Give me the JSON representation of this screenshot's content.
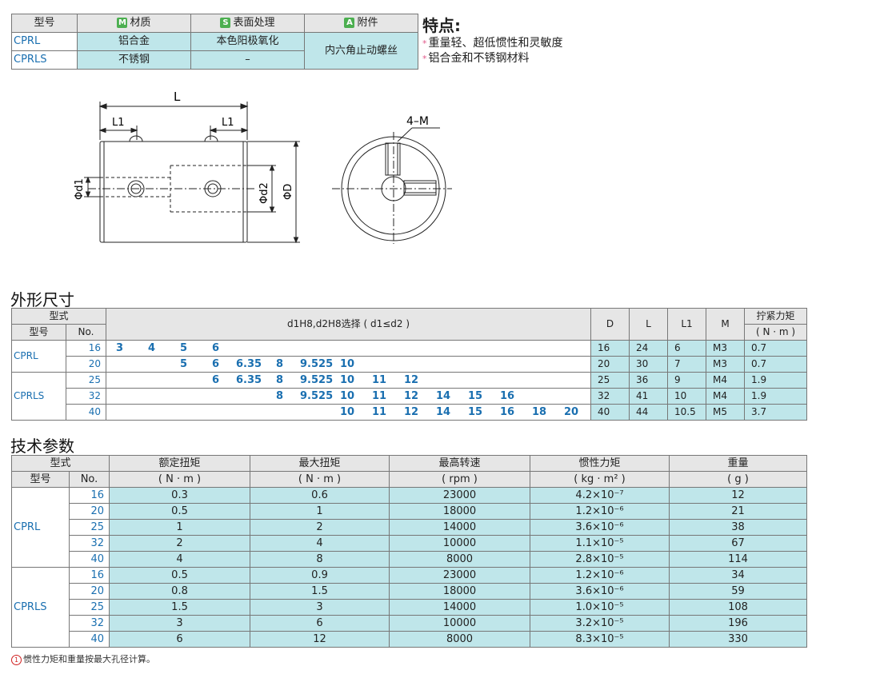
{
  "material_table": {
    "headers": {
      "model": "型号",
      "material": "材质",
      "surface": "表面处理",
      "accessory": "附件"
    },
    "badges": {
      "material": "M",
      "surface": "S",
      "accessory": "A"
    },
    "rows": [
      {
        "model": "CPRL",
        "material": "铝合金",
        "surface": "本色阳极氧化"
      },
      {
        "model": "CPRLS",
        "material": "不锈钢",
        "surface": "–"
      }
    ],
    "accessory_value": "内六角止动螺丝"
  },
  "features": {
    "title": "特点:",
    "items": [
      "重量轻、超低惯性和灵敏度",
      "铝合金和不锈钢材料"
    ]
  },
  "drawing_labels": {
    "L": "L",
    "L1_left": "L1",
    "L1_right": "L1",
    "d1": "Φd1",
    "d2": "Φd2",
    "D": "ΦD",
    "screw": "4–M"
  },
  "dimensions": {
    "title": "外形尺寸",
    "hdr": {
      "type_style": "型式",
      "model": "型号",
      "no": "No.",
      "select": "d1H8,d2H8选择 ( d1≤d2 )",
      "D": "D",
      "L": "L",
      "L1": "L1",
      "M": "M",
      "torque": "拧紧力矩",
      "torque_unit": "( N · m )"
    },
    "models": [
      "CPRL",
      "CPRLS"
    ],
    "rows": [
      {
        "no": "16",
        "d": [
          "3",
          "4",
          "5",
          "6",
          "",
          "",
          "",
          "",
          "",
          "",
          "",
          "",
          "",
          "",
          ""
        ],
        "D": "16",
        "L": "24",
        "L1": "6",
        "M": "M3",
        "torque": "0.7"
      },
      {
        "no": "20",
        "d": [
          "",
          "",
          "5",
          "6",
          "6.35",
          "8",
          "9.525",
          "10",
          "",
          "",
          "",
          "",
          "",
          "",
          ""
        ],
        "D": "20",
        "L": "30",
        "L1": "7",
        "M": "M3",
        "torque": "0.7"
      },
      {
        "no": "25",
        "d": [
          "",
          "",
          "",
          "6",
          "6.35",
          "8",
          "9.525",
          "10",
          "11",
          "12",
          "",
          "",
          "",
          "",
          ""
        ],
        "D": "25",
        "L": "36",
        "L1": "9",
        "M": "M4",
        "torque": "1.9"
      },
      {
        "no": "32",
        "d": [
          "",
          "",
          "",
          "",
          "",
          "8",
          "9.525",
          "10",
          "11",
          "12",
          "14",
          "15",
          "16",
          "",
          ""
        ],
        "D": "32",
        "L": "41",
        "L1": "10",
        "M": "M4",
        "torque": "1.9"
      },
      {
        "no": "40",
        "d": [
          "",
          "",
          "",
          "",
          "",
          "",
          "",
          "10",
          "11",
          "12",
          "14",
          "15",
          "16",
          "18",
          "20"
        ],
        "D": "40",
        "L": "44",
        "L1": "10.5",
        "M": "M5",
        "torque": "3.7"
      }
    ]
  },
  "tech": {
    "title": "技术参数",
    "hdr": {
      "type_style": "型式",
      "model": "型号",
      "no": "No.",
      "rated": "额定扭矩",
      "rated_unit": "( N · m )",
      "max": "最大扭矩",
      "max_unit": "( N · m )",
      "speed": "最高转速",
      "speed_unit": "( rpm )",
      "inertia": "惯性力矩",
      "inertia_unit": "( kg · m² )",
      "weight": "重量",
      "weight_unit": "( g )"
    },
    "groups": [
      {
        "model": "CPRL",
        "rows": [
          {
            "no": "16",
            "rated": "0.3",
            "max": "0.6",
            "speed": "23000",
            "inertia": "4.2×10⁻⁷",
            "weight": "12"
          },
          {
            "no": "20",
            "rated": "0.5",
            "max": "1",
            "speed": "18000",
            "inertia": "1.2×10⁻⁶",
            "weight": "21"
          },
          {
            "no": "25",
            "rated": "1",
            "max": "2",
            "speed": "14000",
            "inertia": "3.6×10⁻⁶",
            "weight": "38"
          },
          {
            "no": "32",
            "rated": "2",
            "max": "4",
            "speed": "10000",
            "inertia": "1.1×10⁻⁵",
            "weight": "67"
          },
          {
            "no": "40",
            "rated": "4",
            "max": "8",
            "speed": "8000",
            "inertia": "2.8×10⁻⁵",
            "weight": "114"
          }
        ]
      },
      {
        "model": "CPRLS",
        "rows": [
          {
            "no": "16",
            "rated": "0.5",
            "max": "0.9",
            "speed": "23000",
            "inertia": "1.2×10⁻⁶",
            "weight": "34"
          },
          {
            "no": "20",
            "rated": "0.8",
            "max": "1.5",
            "speed": "18000",
            "inertia": "3.6×10⁻⁶",
            "weight": "59"
          },
          {
            "no": "25",
            "rated": "1.5",
            "max": "3",
            "speed": "14000",
            "inertia": "1.0×10⁻⁵",
            "weight": "108"
          },
          {
            "no": "32",
            "rated": "3",
            "max": "6",
            "speed": "10000",
            "inertia": "3.2×10⁻⁵",
            "weight": "196"
          },
          {
            "no": "40",
            "rated": "6",
            "max": "12",
            "speed": "8000",
            "inertia": "8.3×10⁻⁵",
            "weight": "330"
          }
        ]
      }
    ]
  },
  "note": {
    "marker": "1",
    "text": "惯性力矩和重量按最大孔径计算。"
  }
}
